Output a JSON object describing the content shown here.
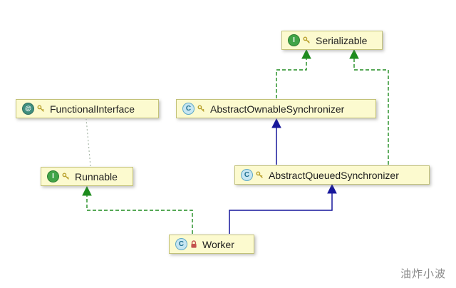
{
  "diagram": {
    "nodes": {
      "serializable": {
        "label": "Serializable",
        "kind": "interface"
      },
      "functionalInterface": {
        "label": "FunctionalInterface",
        "kind": "annotation"
      },
      "abstractOwnable": {
        "label": "AbstractOwnableSynchronizer",
        "kind": "class"
      },
      "runnable": {
        "label": "Runnable",
        "kind": "interface"
      },
      "abstractQueued": {
        "label": "AbstractQueuedSynchronizer",
        "kind": "class"
      },
      "worker": {
        "label": "Worker",
        "kind": "class"
      }
    },
    "icons": {
      "interface_letter": "I",
      "class_letter": "C",
      "annotation_symbol": "@"
    },
    "edges": [
      {
        "from": "AbstractOwnableSynchronizer",
        "to": "Serializable",
        "type": "implements"
      },
      {
        "from": "AbstractQueuedSynchronizer",
        "to": "Serializable",
        "type": "implements"
      },
      {
        "from": "AbstractQueuedSynchronizer",
        "to": "AbstractOwnableSynchronizer",
        "type": "extends"
      },
      {
        "from": "Worker",
        "to": "AbstractQueuedSynchronizer",
        "type": "extends"
      },
      {
        "from": "Worker",
        "to": "Runnable",
        "type": "implements"
      },
      {
        "from": "Runnable",
        "to": "FunctionalInterface",
        "type": "annotation-dependency"
      }
    ],
    "colors": {
      "implements_edge": "#1E8C1E",
      "extends_edge": "#17179B",
      "annotation_edge": "#A8B7A8",
      "node_bg": "#FCFACF",
      "node_border": "#C2C178"
    },
    "watermark": "油炸小波"
  }
}
